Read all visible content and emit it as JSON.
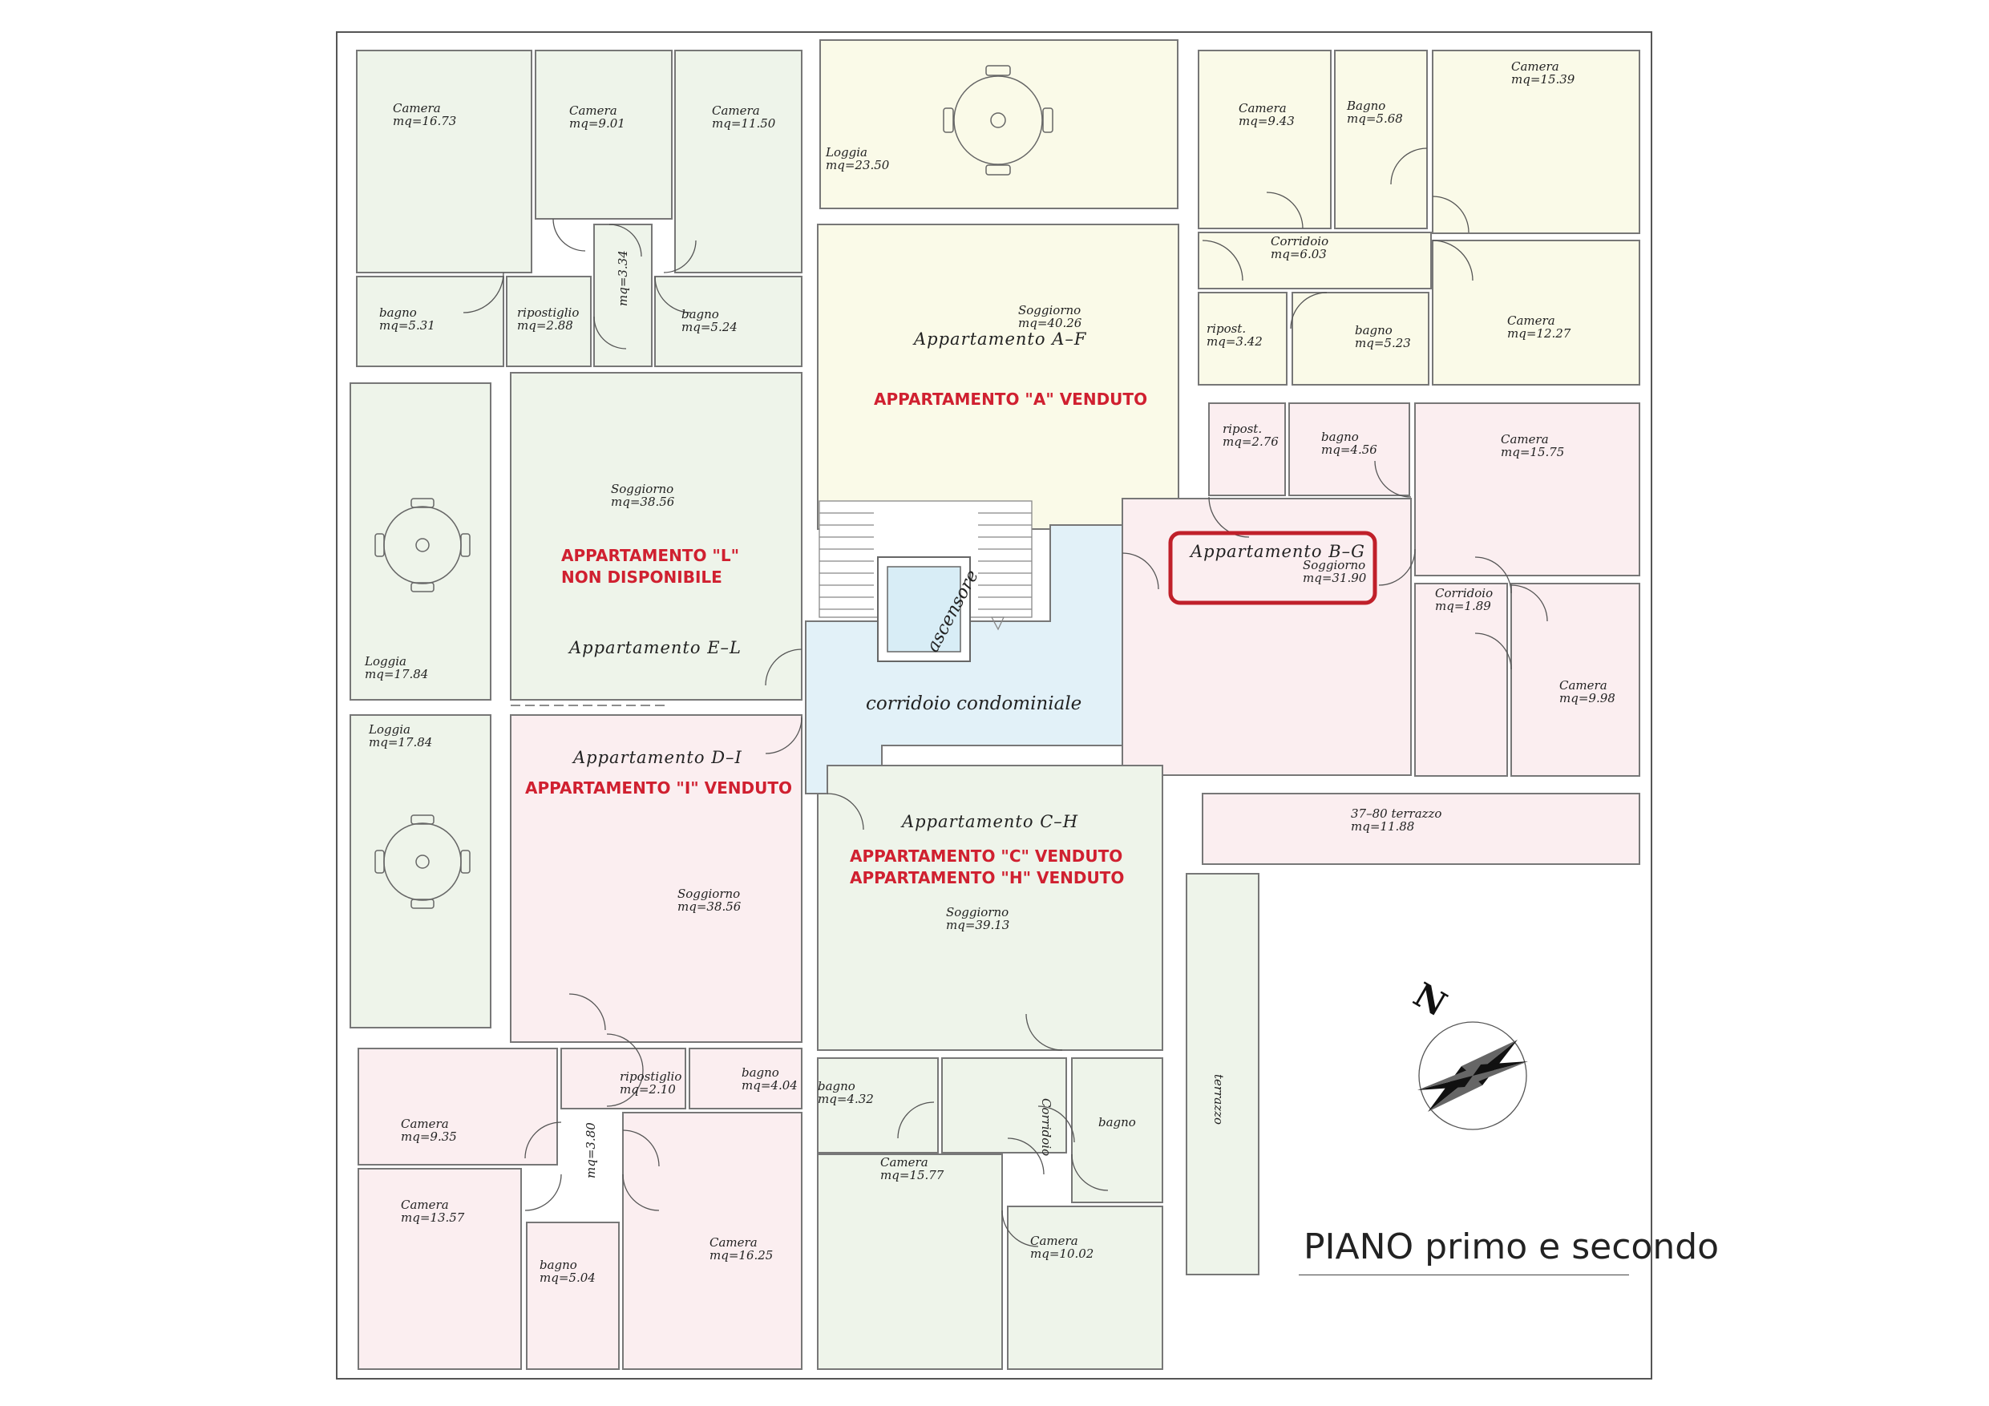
{
  "floor_title": "PIANO primo e secondo",
  "north_label": "N",
  "colors": {
    "green": "#eef4ea",
    "yellow": "#fafae8",
    "pink": "#fbeef0",
    "blue": "#e2f1f8",
    "status_red": "#d02030",
    "highlight_box": "#c0202a"
  },
  "apartments": [
    {
      "id": "ap-af",
      "name": "Appartamento A–F",
      "status": [
        "APPARTAMENTO \"A\" VENDUTO"
      ]
    },
    {
      "id": "ap-bg",
      "name": "Appartamento B–G",
      "status": []
    },
    {
      "id": "ap-el",
      "name": "Appartamento E–L",
      "status": [
        "APPARTAMENTO \"L\"",
        "NON DISPONIBILE"
      ]
    },
    {
      "id": "ap-di",
      "name": "Appartamento D–I",
      "status": [
        "APPARTAMENTO \"I\" VENDUTO"
      ]
    },
    {
      "id": "ap-ch",
      "name": "Appartamento C–H",
      "status": [
        "APPARTAMENTO \"C\" VENDUTO",
        "APPARTAMENTO \"H\" VENDUTO"
      ]
    }
  ],
  "common": {
    "corridor": "corridoio condominiale",
    "elevator": "ascensore"
  },
  "rooms": [
    {
      "name": "Camera",
      "area": "mq=16.73"
    },
    {
      "name": "Camera",
      "area": "mq=9.01"
    },
    {
      "name": "Camera",
      "area": "mq=11.50"
    },
    {
      "name": "bagno",
      "area": "mq=5.31"
    },
    {
      "name": "ripostiglio",
      "area": "mq=2.88"
    },
    {
      "name": "",
      "area": "mq=3.34"
    },
    {
      "name": "bagno",
      "area": "mq=5.24"
    },
    {
      "name": "Loggia",
      "area": "mq=23.50"
    },
    {
      "name": "Soggiorno",
      "area": "mq=40.26"
    },
    {
      "name": "Camera",
      "area": "mq=9.43"
    },
    {
      "name": "Bagno",
      "area": "mq=5.68"
    },
    {
      "name": "Camera",
      "area": "mq=15.39"
    },
    {
      "name": "Corridoio",
      "area": "mq=6.03"
    },
    {
      "name": "ripost.",
      "area": "mq=3.42"
    },
    {
      "name": "bagno",
      "area": "mq=5.23"
    },
    {
      "name": "Camera",
      "area": "mq=12.27"
    },
    {
      "name": "Loggia",
      "area": "mq=17.84"
    },
    {
      "name": "Soggiorno",
      "area": "mq=38.56"
    },
    {
      "name": "ripost.",
      "area": "mq=2.76"
    },
    {
      "name": "bagno",
      "area": "mq=4.56"
    },
    {
      "name": "Camera",
      "area": "mq=15.75"
    },
    {
      "name": "Soggiorno",
      "area": "mq=31.90"
    },
    {
      "name": "Corridoio",
      "area": "mq=1.89"
    },
    {
      "name": "Camera",
      "area": "mq=9.98"
    },
    {
      "name": "37–80 terrazzo",
      "area": "mq=11.88"
    },
    {
      "name": "Loggia",
      "area": "mq=17.84"
    },
    {
      "name": "Soggiorno",
      "area": "mq=38.56"
    },
    {
      "name": "Soggiorno",
      "area": "mq=39.13"
    },
    {
      "name": "terrazzo",
      "area": ""
    },
    {
      "name": "ripostiglio",
      "area": "mq=2.10"
    },
    {
      "name": "bagno",
      "area": "mq=4.04"
    },
    {
      "name": "Camera",
      "area": "mq=9.35"
    },
    {
      "name": "",
      "area": "mq=3.80"
    },
    {
      "name": "Camera",
      "area": "mq=13.57"
    },
    {
      "name": "bagno",
      "area": "mq=5.04"
    },
    {
      "name": "Camera",
      "area": "mq=16.25"
    },
    {
      "name": "bagno",
      "area": "mq=4.32"
    },
    {
      "name": "Corridoio",
      "area": ""
    },
    {
      "name": "Camera",
      "area": "mq=15.77"
    },
    {
      "name": "bagno",
      "area": ""
    },
    {
      "name": "Camera",
      "area": "mq=10.02"
    }
  ]
}
